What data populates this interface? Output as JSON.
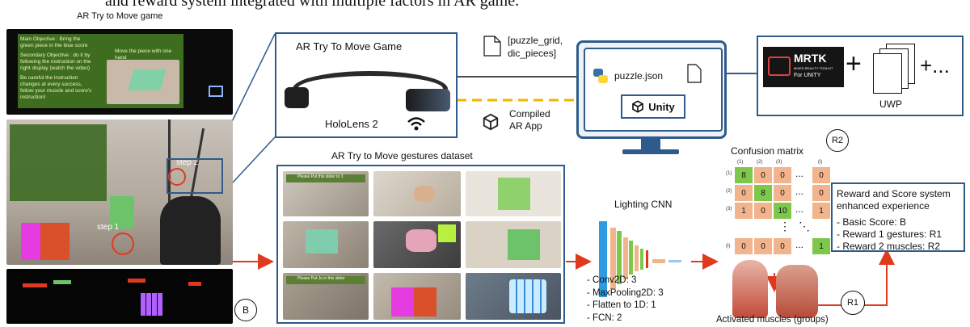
{
  "header_fragment": "and reward system integrated with multiple factors in AR game.",
  "left_panel": {
    "title": "AR Try to Move game",
    "screen_text": {
      "main_objective": "Main Objective : Bring the green piece in the blue score",
      "secondary_objective": "Secondary Objective : do it by following the instruction on the right display (watch the video)",
      "careful_note": "Be careful the instruction changes at every success, follow your muscle and score's instruction!",
      "move_piece": "Move the piece with one hand"
    },
    "step1": "step 1",
    "step2": "step 2",
    "badge": "B"
  },
  "hololens_panel": {
    "title": "AR Try To Move Game",
    "device_label": "HoloLens 2"
  },
  "connection": {
    "json_lines": [
      "[puzzle_grid,",
      "dic_pieces]"
    ],
    "compiled_lines": [
      "Compiled",
      "AR App"
    ]
  },
  "computer": {
    "file_label": "puzzle.json",
    "engine_label": "Unity"
  },
  "toolkit_panel": {
    "logo_title": "MRTK",
    "logo_sub1": "MIXED REALITY TOOLKIT",
    "logo_sub2": "For UNITY",
    "uwp_label": "UWP",
    "plus": "+",
    "ellipsis": "+..."
  },
  "dataset_panel": {
    "title": "AR Try to Move gestures dataset",
    "thumbnail_captions": [
      "Please Put this slider to 3",
      "Please Put Jo in this slider"
    ]
  },
  "cnn": {
    "title": "Lighting CNN",
    "layers": [
      "- Conv2D: 3",
      "- MaxPooling2D: 3",
      "- Flatten to 1D: 1",
      "- FCN: 2"
    ]
  },
  "confusion": {
    "title": "Confusion matrix",
    "badge": "R2",
    "col_headers": [
      "(1)",
      "(2)",
      "(3)",
      "(l)"
    ],
    "row_headers": [
      "(1)",
      "(2)",
      "(3)",
      "(l)"
    ],
    "rows": [
      [
        "8",
        "0",
        "0",
        "0"
      ],
      [
        "0",
        "8",
        "0",
        "0"
      ],
      [
        "1",
        "0",
        "10",
        "1"
      ],
      [
        "0",
        "0",
        "0",
        "1"
      ]
    ],
    "dots": "...",
    "vdots": "⋮",
    "ddots": "⋱"
  },
  "reward": {
    "title_lines": [
      "Reward and Score system",
      "enhanced experience"
    ],
    "items": [
      "- Basic Score: B",
      "- Reward 1 gestures: R1",
      "- Reward 2 muscles: R2"
    ]
  },
  "muscles": {
    "label": "Activated muscles (groups)",
    "badge": "R1"
  },
  "colors": {
    "frame_blue": "#2f5a8c",
    "arrow_red": "#e03a1e",
    "dashed_yellow": "#f0b400",
    "matrix_orange": "#f2b48c",
    "matrix_green": "#7dc84a",
    "cnn_blue": "#2e9be0"
  }
}
